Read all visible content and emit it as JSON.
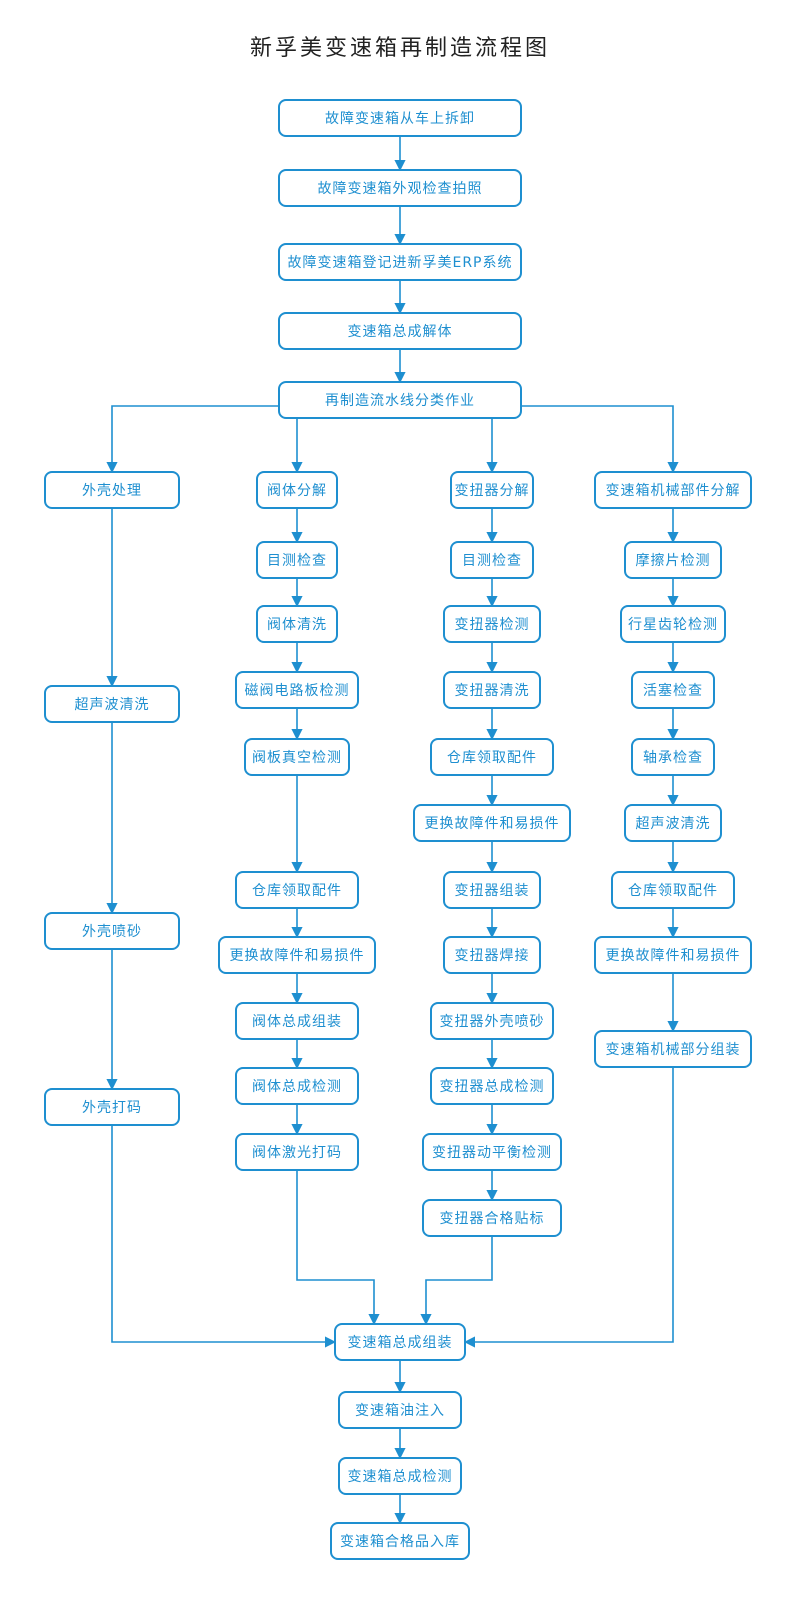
{
  "title": "新孚美变速箱再制造流程图",
  "colors": {
    "accent": "#1e8fd0",
    "title": "#222222",
    "background": "#ffffff"
  },
  "nodes": [
    {
      "id": "n1",
      "label": "故障变速箱从车上拆卸"
    },
    {
      "id": "n2",
      "label": "故障变速箱外观检查拍照"
    },
    {
      "id": "n3",
      "label": "故障变速箱登记进新孚美ERP系统"
    },
    {
      "id": "n4",
      "label": "变速箱总成解体"
    },
    {
      "id": "n5",
      "label": "再制造流水线分类作业"
    },
    {
      "id": "a1",
      "label": "外壳处理"
    },
    {
      "id": "a2",
      "label": "超声波清洗"
    },
    {
      "id": "a3",
      "label": "外壳喷砂"
    },
    {
      "id": "a4",
      "label": "外壳打码"
    },
    {
      "id": "b1",
      "label": "阀体分解"
    },
    {
      "id": "b2",
      "label": "目测检查"
    },
    {
      "id": "b3",
      "label": "阀体清洗"
    },
    {
      "id": "b4",
      "label": "磁阀电路板检测"
    },
    {
      "id": "b5",
      "label": "阀板真空检测"
    },
    {
      "id": "b6",
      "label": "仓库领取配件"
    },
    {
      "id": "b7",
      "label": "更换故障件和易损件"
    },
    {
      "id": "b8",
      "label": "阀体总成组装"
    },
    {
      "id": "b9",
      "label": "阀体总成检测"
    },
    {
      "id": "b10",
      "label": "阀体激光打码"
    },
    {
      "id": "c1",
      "label": "变扭器分解"
    },
    {
      "id": "c2",
      "label": "目测检查"
    },
    {
      "id": "c3",
      "label": "变扭器检测"
    },
    {
      "id": "c4",
      "label": "变扭器清洗"
    },
    {
      "id": "c5",
      "label": "仓库领取配件"
    },
    {
      "id": "c6",
      "label": "更换故障件和易损件"
    },
    {
      "id": "c7",
      "label": "变扭器组装"
    },
    {
      "id": "c8",
      "label": "变扭器焊接"
    },
    {
      "id": "c9",
      "label": "变扭器外壳喷砂"
    },
    {
      "id": "c10",
      "label": "变扭器总成检测"
    },
    {
      "id": "c11",
      "label": "变扭器动平衡检测"
    },
    {
      "id": "c12",
      "label": "变扭器合格贴标"
    },
    {
      "id": "d1",
      "label": "变速箱机械部件分解"
    },
    {
      "id": "d2",
      "label": "摩擦片检测"
    },
    {
      "id": "d3",
      "label": "行星齿轮检测"
    },
    {
      "id": "d4",
      "label": "活塞检查"
    },
    {
      "id": "d5",
      "label": "轴承检查"
    },
    {
      "id": "d6",
      "label": "超声波清洗"
    },
    {
      "id": "d7",
      "label": "仓库领取配件"
    },
    {
      "id": "d8",
      "label": "更换故障件和易损件"
    },
    {
      "id": "d9",
      "label": "变速箱机械部分组装"
    },
    {
      "id": "e1",
      "label": "变速箱总成组装"
    },
    {
      "id": "e2",
      "label": "变速箱油注入"
    },
    {
      "id": "e3",
      "label": "变速箱总成检测"
    },
    {
      "id": "e4",
      "label": "变速箱合格品入库"
    }
  ],
  "edges": [
    [
      "n1",
      "n2"
    ],
    [
      "n2",
      "n3"
    ],
    [
      "n3",
      "n4"
    ],
    [
      "n4",
      "n5"
    ],
    [
      "n5",
      "a1"
    ],
    [
      "n5",
      "b1"
    ],
    [
      "n5",
      "c1"
    ],
    [
      "n5",
      "d1"
    ],
    [
      "a1",
      "a2"
    ],
    [
      "a2",
      "a3"
    ],
    [
      "a3",
      "a4"
    ],
    [
      "a4",
      "e1"
    ],
    [
      "b1",
      "b2"
    ],
    [
      "b2",
      "b3"
    ],
    [
      "b3",
      "b4"
    ],
    [
      "b4",
      "b5"
    ],
    [
      "b5",
      "b6"
    ],
    [
      "b6",
      "b7"
    ],
    [
      "b7",
      "b8"
    ],
    [
      "b8",
      "b9"
    ],
    [
      "b9",
      "b10"
    ],
    [
      "b10",
      "e1"
    ],
    [
      "c1",
      "c2"
    ],
    [
      "c2",
      "c3"
    ],
    [
      "c3",
      "c4"
    ],
    [
      "c4",
      "c5"
    ],
    [
      "c5",
      "c6"
    ],
    [
      "c6",
      "c7"
    ],
    [
      "c7",
      "c8"
    ],
    [
      "c8",
      "c9"
    ],
    [
      "c9",
      "c10"
    ],
    [
      "c10",
      "c11"
    ],
    [
      "c11",
      "c12"
    ],
    [
      "c12",
      "e1"
    ],
    [
      "d1",
      "d2"
    ],
    [
      "d2",
      "d3"
    ],
    [
      "d3",
      "d4"
    ],
    [
      "d4",
      "d5"
    ],
    [
      "d5",
      "d6"
    ],
    [
      "d6",
      "d7"
    ],
    [
      "d7",
      "d8"
    ],
    [
      "d8",
      "d9"
    ],
    [
      "d9",
      "e1"
    ],
    [
      "e1",
      "e2"
    ],
    [
      "e2",
      "e3"
    ],
    [
      "e3",
      "e4"
    ]
  ]
}
